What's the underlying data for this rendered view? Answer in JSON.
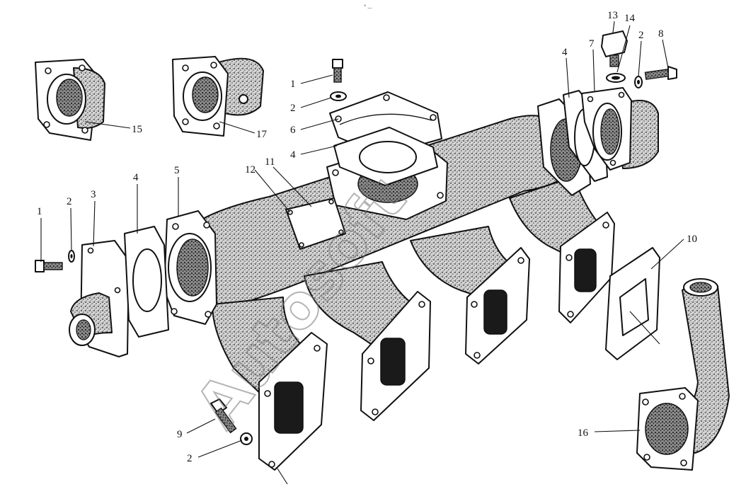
{
  "watermark": "Autosoft",
  "header_mark": "° ...",
  "callouts": {
    "c1a": "1",
    "c1b": "1",
    "c2a": "2",
    "c2b": "2",
    "c2c": "2",
    "c2d": "2",
    "c3": "3",
    "c4a": "4",
    "c4b": "4",
    "c4c": "4",
    "c5": "5",
    "c6": "6",
    "c7": "7",
    "c8": "8",
    "c9": "9",
    "c10": "10",
    "c11": "11",
    "c12": "12",
    "c13": "13",
    "c14": "14",
    "c15": "15",
    "c16": "16",
    "c17": "17"
  },
  "colors": {
    "ink": "#111111",
    "paper": "#ffffff",
    "casting_fill": "#9a9a9a"
  }
}
